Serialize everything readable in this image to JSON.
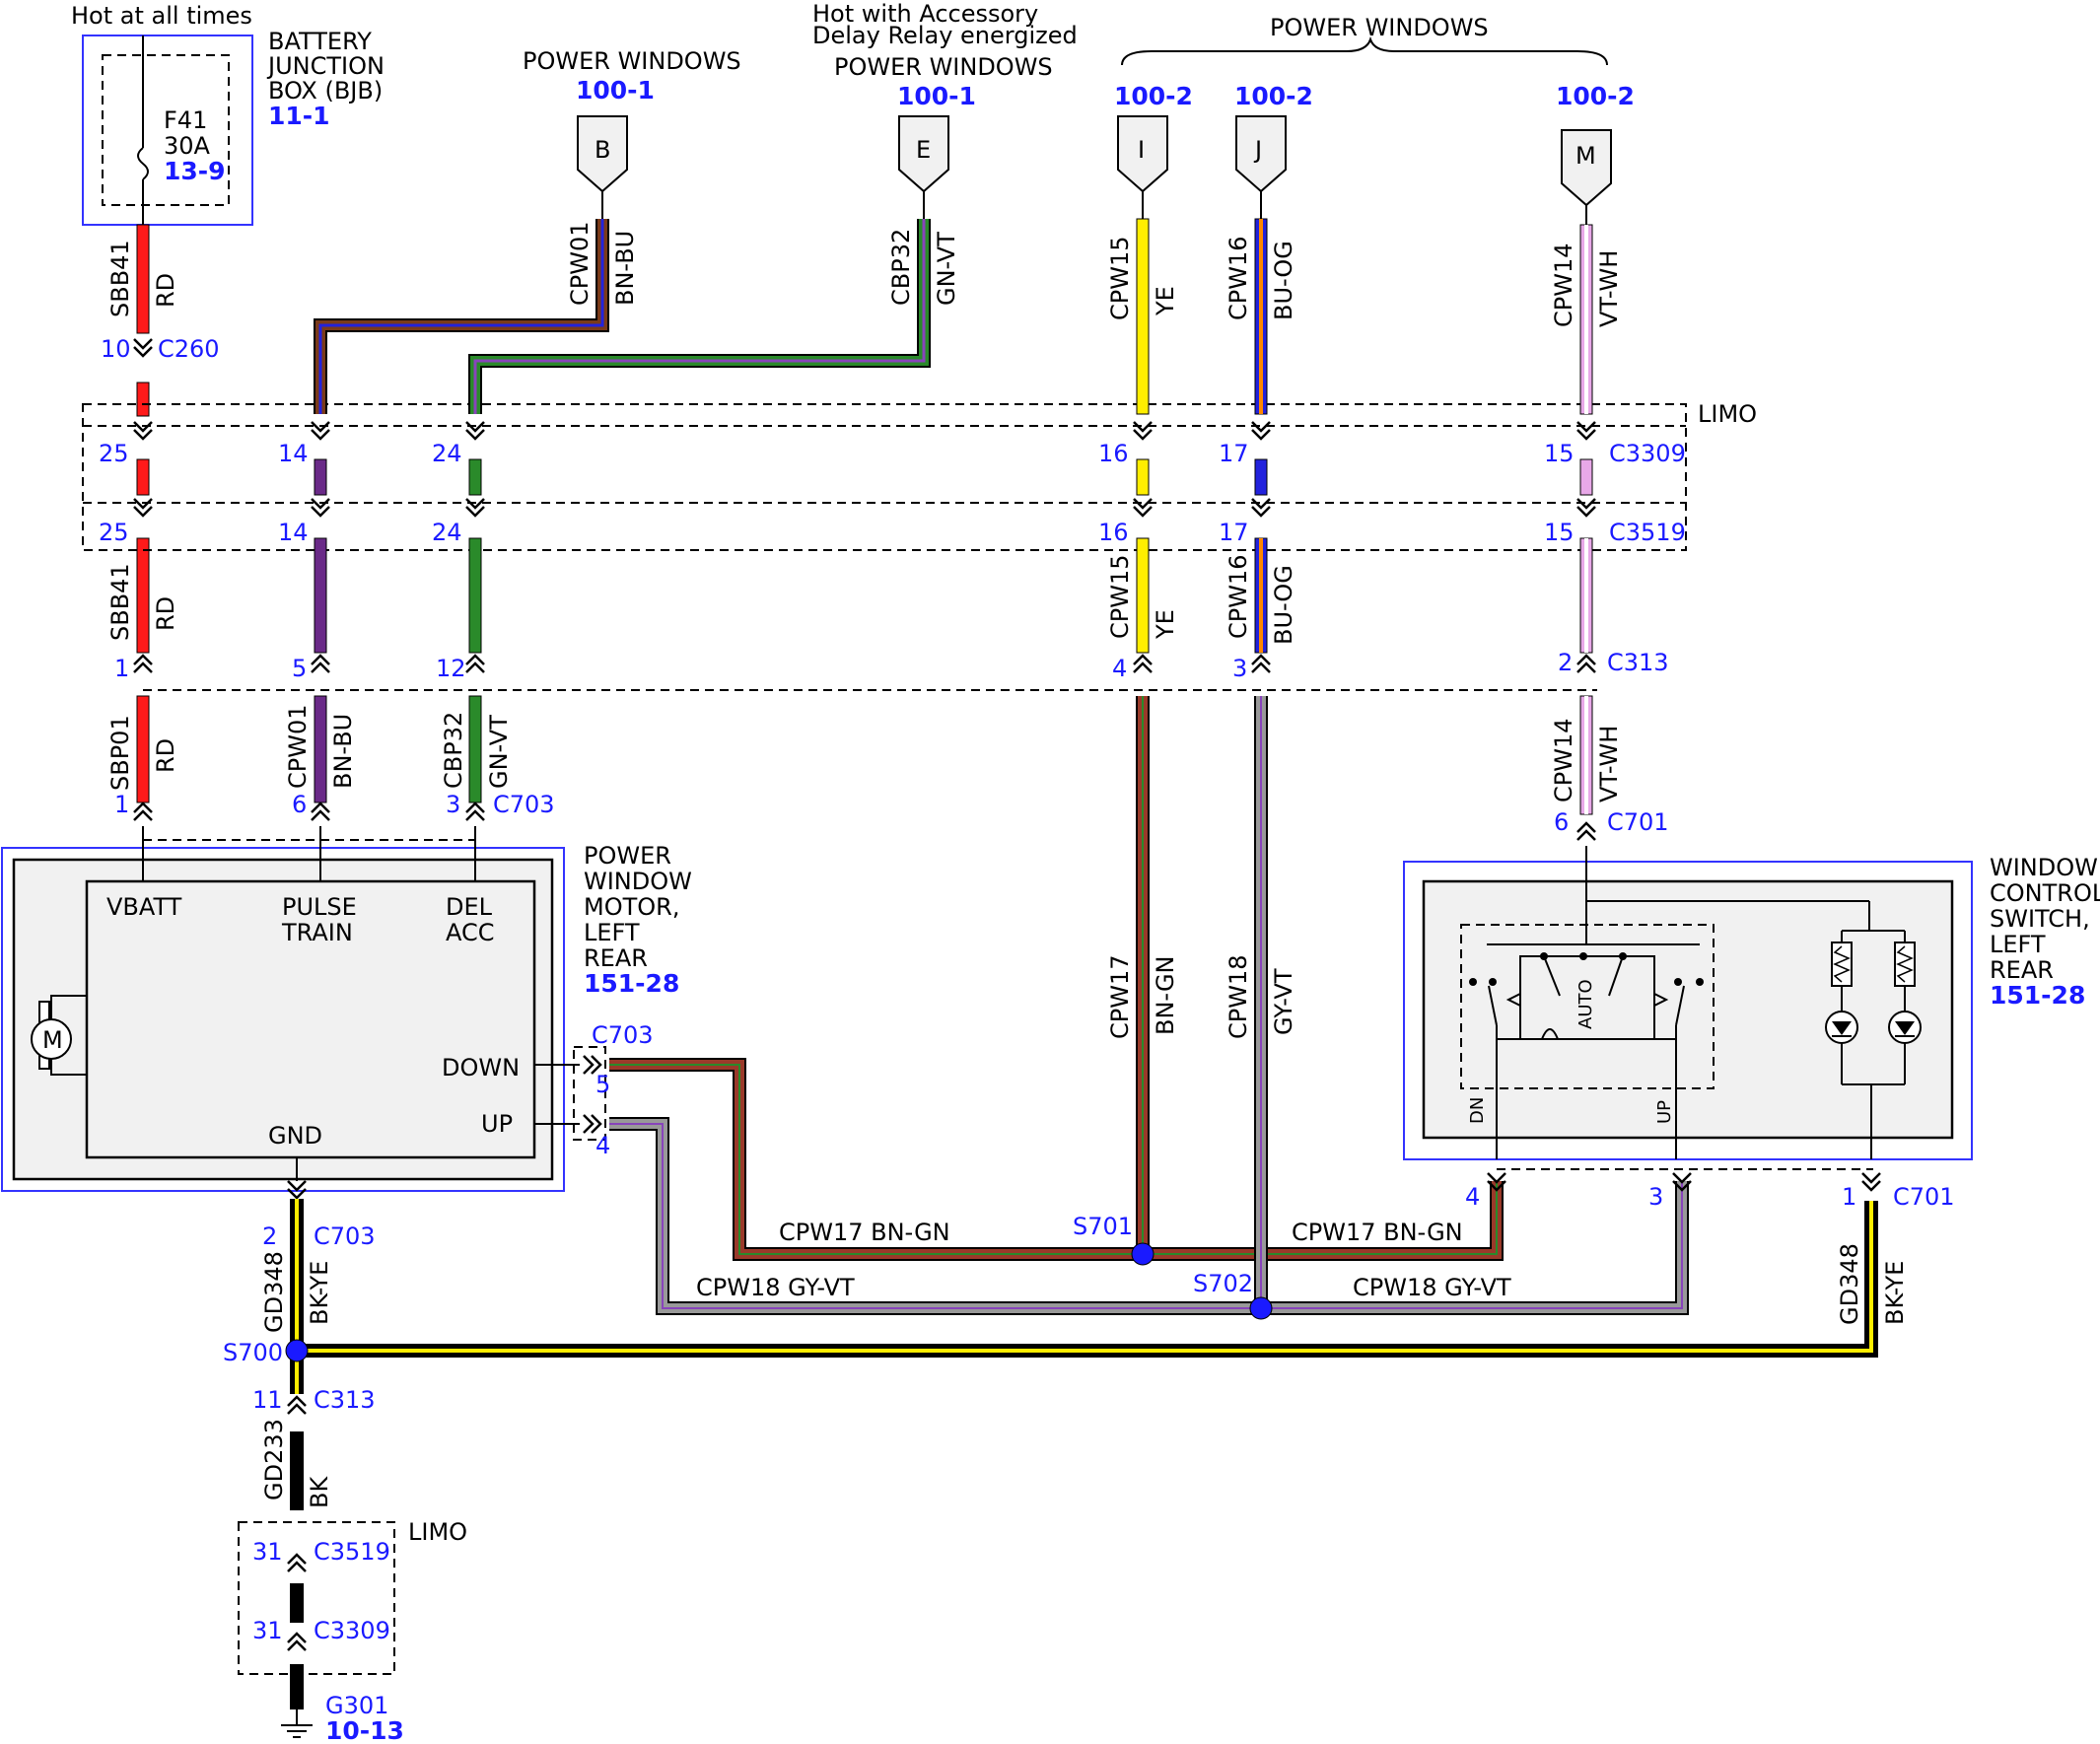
{
  "colors": {
    "RD": "#ff1a1a",
    "BN": "#7a3a1a",
    "BU": "#2222dd",
    "GN": "#2a8a2a",
    "VT": "#8844bb",
    "YE": "#ffee00",
    "OG": "#ff8800",
    "WH": "#ffffff",
    "GY": "#999999",
    "BK": "#000000",
    "link": "#1a1aff",
    "box_border": "#3333ff",
    "box_fill": "#f1f1f1"
  },
  "top": {
    "hot_label": "Hot at all times",
    "bjb_name": "BATTERY JUNCTION BOX (BJB)",
    "bjb_name_lines": [
      "BATTERY",
      "JUNCTION",
      "BOX (BJB)"
    ],
    "bjb_ref": "11-1",
    "fuse_name": "F41",
    "fuse_rating": "30A",
    "fuse_ref": "13-9",
    "pw_b_title": "POWER WINDOWS",
    "pw_b_ref": "100-1",
    "pw_b_pin": "B",
    "acc_note": "Hot with Accessory",
    "acc_note2": "Delay Relay energized",
    "pw_e_title": "POWER WINDOWS",
    "pw_e_ref": "100-1",
    "pw_e_pin": "E",
    "pw_group_title": "POWER WINDOWS",
    "pw_i_ref": "100-2",
    "pw_i_pin": "I",
    "pw_j_ref": "100-2",
    "pw_j_pin": "J",
    "pw_m_ref": "100-2",
    "pw_m_pin": "M"
  },
  "limo_label": "LIMO",
  "limo_label2": "LIMO",
  "connectors": {
    "c260": "C260",
    "c3309": "C3309",
    "c3519": "C3519",
    "c313": "C313",
    "c703": "C703",
    "c701": "C701",
    "c703b": "C703",
    "c701b": "C701",
    "c703c": "C703",
    "c313b": "C313",
    "c3519b": "C3519",
    "c3309b": "C3309"
  },
  "pins": {
    "p10": "10",
    "p25a": "25",
    "p25b": "25",
    "p1a": "1",
    "p1b": "1",
    "p14a": "14",
    "p14b": "14",
    "p5": "5",
    "p6": "6",
    "p24a": "24",
    "p24b": "24",
    "p12": "12",
    "p3": "3",
    "p16a": "16",
    "p16b": "16",
    "p4": "4",
    "p17a": "17",
    "p17b": "17",
    "p3b": "3",
    "p15a": "15",
    "p15b": "15",
    "p2": "2",
    "p6b": "6",
    "p5m": "5",
    "p4m": "4",
    "p2g": "2",
    "p11": "11",
    "p31a": "31",
    "p31b": "31",
    "p4s": "4",
    "p3s": "3",
    "p1s": "1"
  },
  "wires": {
    "sbb41": "SBB41",
    "rd": "RD",
    "sbb41b": "SBB41",
    "rd2": "RD",
    "sbp01": "SBP01",
    "rd3": "RD",
    "cpw01": "CPW01",
    "bnbu": "BN-BU",
    "cpw01b": "CPW01",
    "bnbu2": "BN-BU",
    "cbp32": "CBP32",
    "gnvt": "GN-VT",
    "cbp32b": "CBP32",
    "gnvt2": "GN-VT",
    "cpw15": "CPW15",
    "ye": "YE",
    "cpw15b": "CPW15",
    "ye2": "YE",
    "cpw16": "CPW16",
    "buog": "BU-OG",
    "cpw16b": "CPW16",
    "buog2": "BU-OG",
    "cpw14": "CPW14",
    "vtwh": "VT-WH",
    "cpw14b": "CPW14",
    "vtwh2": "VT-WH",
    "cpw17v": "CPW17",
    "bngnv": "BN-GN",
    "cpw18v": "CPW18",
    "gyvtv": "GY-VT",
    "cpw17h1": "CPW17  BN-GN",
    "cpw17h2": "CPW17  BN-GN",
    "cpw18h1": "CPW18  GY-VT",
    "cpw18h2": "CPW18  GY-VT",
    "gd348": "GD348",
    "bkye": "BK-YE",
    "gd348b": "GD348",
    "bkye2": "BK-YE",
    "gd233": "GD233",
    "bk": "BK"
  },
  "splices": {
    "s700": "S700",
    "s701": "S701",
    "s702": "S702"
  },
  "ground": {
    "name": "G301",
    "ref": "10-13"
  },
  "motor": {
    "name_lines": [
      "POWER",
      "WINDOW",
      "MOTOR,",
      "LEFT",
      "REAR"
    ],
    "ref": "151-28",
    "vbatt": "VBATT",
    "pulse1": "PULSE",
    "pulse2": "TRAIN",
    "del1": "DEL",
    "del2": "ACC",
    "down": "DOWN",
    "up": "UP",
    "gnd": "GND",
    "m": "M"
  },
  "switch": {
    "name_lines": [
      "WINDOW",
      "CONTROL",
      "SWITCH,",
      "LEFT",
      "REAR"
    ],
    "ref": "151-28",
    "auto": "AUTO",
    "dn": "DN",
    "up": "UP"
  }
}
